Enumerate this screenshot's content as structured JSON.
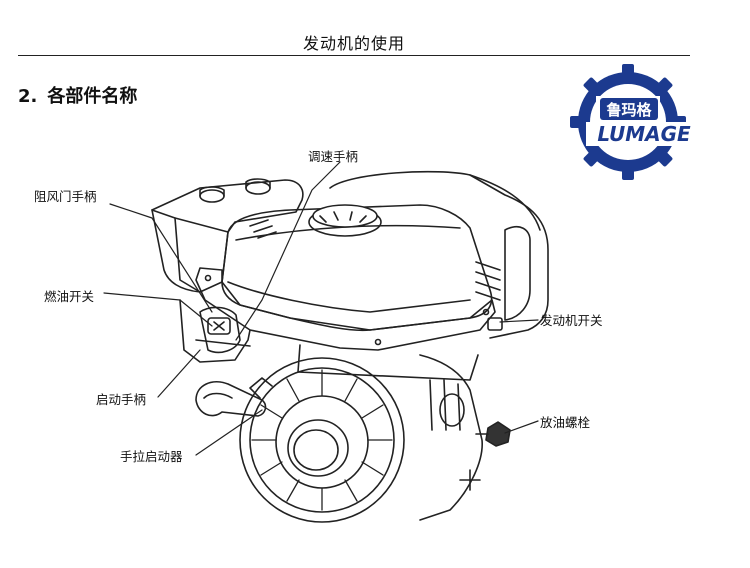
{
  "header": {
    "title": "发动机的使用"
  },
  "section": {
    "number": "2.",
    "title": "各部件名称"
  },
  "logo": {
    "cn_text": "鲁玛格",
    "en_text": "LUMAGE",
    "color": "#1c3a8f"
  },
  "callouts": {
    "throttle": "调速手柄",
    "choke": "阻风门手柄",
    "fuel_valve": "燃油开关",
    "engine_switch": "发动机开关",
    "start_handle": "启动手柄",
    "drain_bolt": "放油螺栓",
    "recoil_starter": "手拉启动器"
  }
}
